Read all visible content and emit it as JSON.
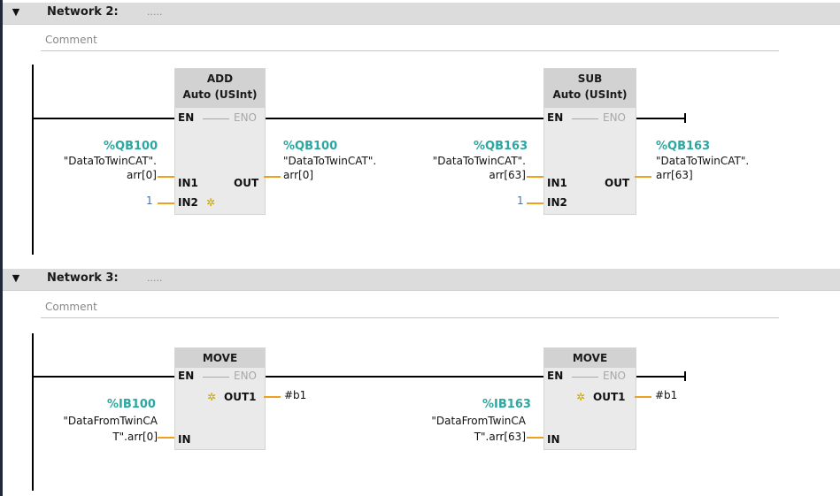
{
  "networks": [
    {
      "toggle": "▼",
      "title": "Network 2:",
      "dots": ".....",
      "comment": "Comment",
      "blocks": [
        {
          "name": "ADD",
          "type": "Auto (USInt)",
          "pin_en": "EN",
          "pin_eno": "ENO",
          "pin_in1": "IN1",
          "pin_in2": "IN2",
          "pin_out": "OUT",
          "in1_addr": "%QB100",
          "in1_tag_1": "\"DataToTwinCAT\".",
          "in1_tag_2": "arr[0]",
          "in2_const": "1",
          "out_addr": "%QB100",
          "out_tag_1": "\"DataToTwinCAT\".",
          "out_tag_2": "arr[0]"
        },
        {
          "name": "SUB",
          "type": "Auto (USInt)",
          "pin_en": "EN",
          "pin_eno": "ENO",
          "pin_in1": "IN1",
          "pin_in2": "IN2",
          "pin_out": "OUT",
          "in1_addr": "%QB163",
          "in1_tag_1": "\"DataToTwinCAT\".",
          "in1_tag_2": "arr[63]",
          "in2_const": "1",
          "out_addr": "%QB163",
          "out_tag_1": "\"DataToTwinCAT\".",
          "out_tag_2": "arr[63]"
        }
      ]
    },
    {
      "toggle": "▼",
      "title": "Network 3:",
      "dots": ".....",
      "comment": "Comment",
      "blocks": [
        {
          "name": "MOVE",
          "pin_en": "EN",
          "pin_eno": "ENO",
          "pin_in": "IN",
          "pin_out1": "OUT1",
          "in_addr": "%IB100",
          "in_tag_1": "\"DataFromTwinCA",
          "in_tag_2": "T\".arr[0]",
          "out_var": "#b1"
        },
        {
          "name": "MOVE",
          "pin_en": "EN",
          "pin_eno": "ENO",
          "pin_in": "IN",
          "pin_out1": "OUT1",
          "in_addr": "%IB163",
          "in_tag_1": "\"DataFromTwinCA",
          "in_tag_2": "T\".arr[63]",
          "out_var": "#b1"
        }
      ]
    }
  ],
  "colors": {
    "address": "#2aa7a0",
    "wire_signal": "#f0a020",
    "header_bg": "#dcdcdc",
    "block_bg": "#eaeaea"
  },
  "icons": {
    "collapse": "triangle-down-icon",
    "new_param": "star-icon"
  }
}
